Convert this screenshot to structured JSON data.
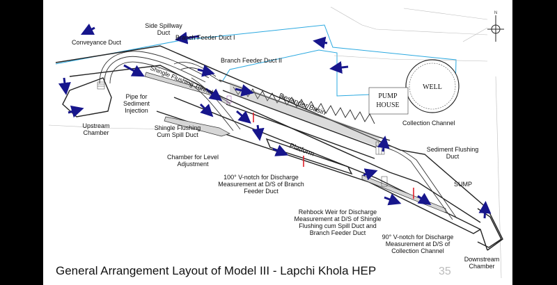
{
  "title": "General Arrangement Layout of Model III - Lapchi Khola HEP",
  "page_number": "35",
  "north_label": "N",
  "labels": {
    "conveyance_duct": "Conveyance Duct",
    "side_spillway": [
      "Side Spillway",
      "Duct"
    ],
    "branch_feeder_1": "Branch Feeder Duct I",
    "branch_feeder_2": "Branch Feeder Duct II",
    "shingle_tunnel": "Shingle Flushing Tunnel",
    "pipe_sediment": [
      "Pipe for",
      "Sediment",
      "Injection"
    ],
    "upstream_chamber": [
      "Upstream",
      "Chamber"
    ],
    "shingle_spill": [
      "Shingle Flushing",
      "Cum Spill Duct"
    ],
    "level_chamber": [
      "Chamber for Level",
      "Adjustment"
    ],
    "desander_basin": "Desander Basin",
    "platform": "Platform",
    "pump_house": [
      "PUMP",
      "HOUSE"
    ],
    "well": "WELL",
    "collection_channel": "Collection Channel",
    "sediment_flushing": [
      "Sediment Flushing",
      "Duct"
    ],
    "sump": "SUMP",
    "vnotch_100": [
      "100° V-notch for Discharge",
      "Measurement at D/S of Branch",
      "Feeder Duct"
    ],
    "rehbock": [
      "Rehbock Weir for Discharge",
      "Measurement at D/S of Shingle",
      "Flushing cum Spill Duct and",
      "Branch Feeder Duct"
    ],
    "vnotch_90": [
      "90° V-notch for Discharge",
      "Measurement at D/S of",
      "Collection Channel"
    ],
    "downstream_chamber": [
      "Downstream",
      "Chamber"
    ]
  },
  "colors": {
    "boundary": "#29a8e0",
    "arrow": "#17168c",
    "weir": "#e0202a",
    "structure": "#222222"
  }
}
